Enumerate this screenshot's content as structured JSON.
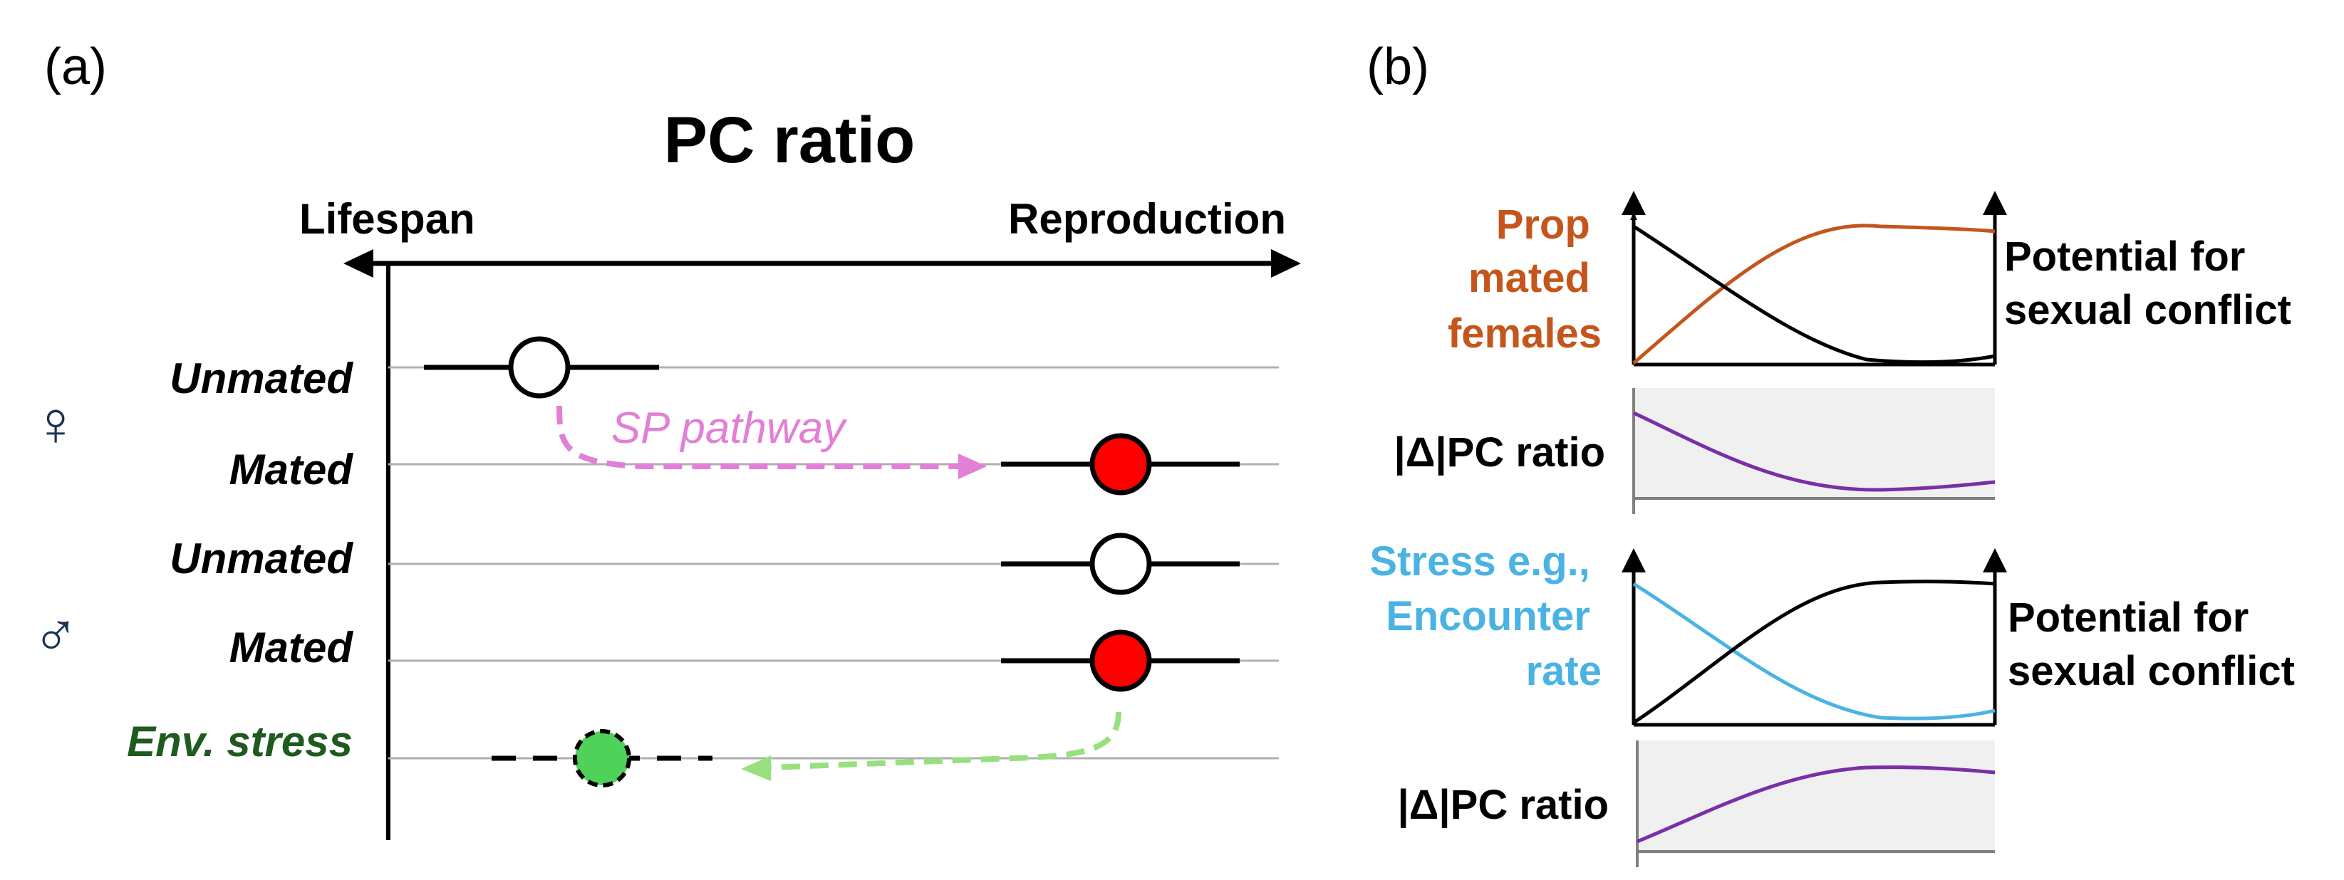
{
  "panel_a": {
    "label": "(a)",
    "title": "PC ratio",
    "axis_left": "Lifespan",
    "axis_right": "Reproduction",
    "female_symbol": "♀",
    "male_symbol": "♂",
    "rows": [
      {
        "label": "Unmated",
        "sex": "female",
        "marker": "open"
      },
      {
        "label": "Mated",
        "sex": "female",
        "marker": "red"
      },
      {
        "label": "Unmated",
        "sex": "male",
        "marker": "open"
      },
      {
        "label": "Mated",
        "sex": "male",
        "marker": "red"
      },
      {
        "label": "Env. stress",
        "sex": "none",
        "marker": "green-dashed"
      }
    ],
    "sp_pathway_label": "SP pathway"
  },
  "panel_b": {
    "label": "(b)",
    "top": {
      "y_label_lines": [
        "Prop",
        "mated",
        "females"
      ],
      "right_label_lines": [
        "Potential for",
        "sexual conflict"
      ],
      "sub_label": "|Δ|PC ratio"
    },
    "bottom": {
      "y_label_lines": [
        "Stress e.g.,",
        "Encounter",
        "rate"
      ],
      "right_label_lines": [
        "Potential for",
        "sexual conflict"
      ],
      "sub_label": "|Δ|PC ratio"
    }
  },
  "colors": {
    "orange": "#c4561c",
    "blue": "#4ab3e4",
    "purple": "#7a2fa8",
    "red": "#ff0000",
    "green": "#4fd15a",
    "pink": "#e27fd6",
    "light_green": "#98e07e",
    "dark_green": "#1f5a1f",
    "gray_fill": "#f0f0f0"
  }
}
